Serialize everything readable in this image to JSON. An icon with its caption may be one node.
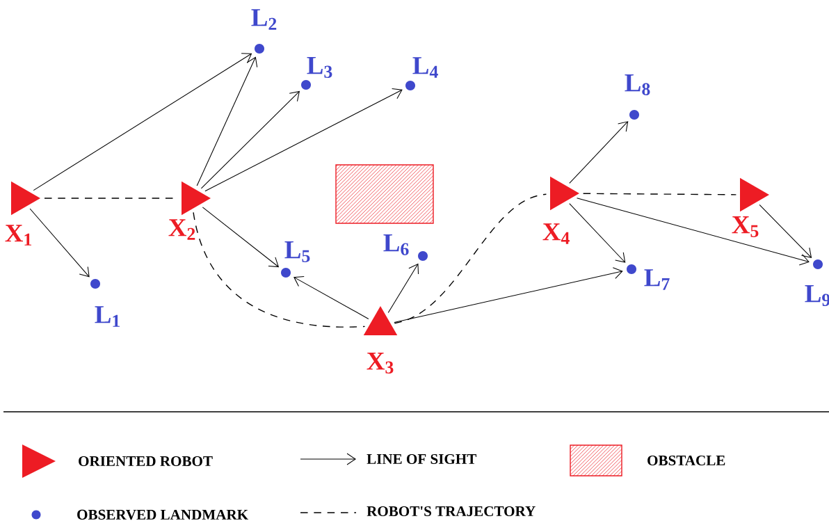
{
  "diagram": {
    "nodes": [
      {
        "text": [],
        "shape": "triangle",
        "beside": [
          "X$_{1}$"
        ]
      },
      {
        "text": [],
        "shape": "triangle",
        "beside": [
          "X$_{2}$"
        ]
      },
      {
        "text": [],
        "shape": "triangle",
        "beside": [
          "X$_{3}$"
        ]
      },
      {
        "text": [],
        "shape": "triangle",
        "beside": [
          "X$_{4}$"
        ]
      },
      {
        "text": [],
        "shape": "triangle",
        "beside": [
          "X$_{5}$"
        ]
      },
      {
        "text": [],
        "shape": "circle",
        "beside": [
          "L$_{1}$"
        ]
      },
      {
        "text": [],
        "shape": "circle",
        "beside": [
          "L$_{2}$"
        ]
      },
      {
        "text": [],
        "shape": "circle",
        "beside": [
          "L$_{3}$"
        ]
      },
      {
        "text": [],
        "shape": "circle",
        "beside": [
          "L$_{4}$"
        ]
      },
      {
        "text": [],
        "shape": "circle",
        "beside": [
          "L$_{5}$"
        ]
      },
      {
        "text": [],
        "shape": "circle",
        "beside": [
          "L$_{6}$"
        ]
      },
      {
        "text": [],
        "shape": "circle",
        "beside": [
          "L$_{7}$"
        ]
      },
      {
        "text": [],
        "shape": "circle",
        "beside": [
          "L$_{8}$"
        ]
      },
      {
        "text": [],
        "shape": "circle",
        "beside": [
          "L$_{9}$"
        ]
      },
      {
        "text": [],
        "shape": "box"
      }
    ],
    "edges": [
      {
        "from": 0,
        "to": 6,
        "arrow": "to"
      },
      {
        "from": 0,
        "to": 5,
        "arrow": "to"
      },
      {
        "from": 1,
        "to": 6,
        "arrow": "to"
      },
      {
        "from": 1,
        "to": 7,
        "arrow": "to"
      },
      {
        "from": 1,
        "to": 8,
        "arrow": "to"
      },
      {
        "from": 1,
        "to": 9,
        "arrow": "to"
      },
      {
        "from": 2,
        "to": 9,
        "arrow": "to"
      },
      {
        "from": 2,
        "to": 10,
        "arrow": "to"
      },
      {
        "from": 2,
        "to": 11,
        "arrow": "to"
      },
      {
        "from": 3,
        "to": 12,
        "arrow": "to"
      },
      {
        "from": 3,
        "to": 11,
        "arrow": "to"
      },
      {
        "from": 3,
        "to": 13,
        "arrow": "to"
      },
      {
        "from": 4,
        "to": 13,
        "arrow": "to"
      },
      {
        "from": 0,
        "to": 1,
        "arrow": "none",
        "style": "dashed"
      },
      {
        "from": 1,
        "to": 2,
        "arrow": "none",
        "style": "dashed"
      },
      {
        "from": 2,
        "to": 3,
        "arrow": "none",
        "style": "dashed"
      },
      {
        "from": 3,
        "to": 4,
        "arrow": "none",
        "style": "dashed"
      }
    ],
    "legend": [
      {
        "text": "ORIENTED ROBOT"
      },
      {
        "text": "LINE OF SIGHT"
      },
      {
        "text": "OBSTACLE"
      },
      {
        "text": "OBSERVED LANDMARK"
      },
      {
        "text": "ROBOT'S TRAJECTORY"
      }
    ]
  }
}
